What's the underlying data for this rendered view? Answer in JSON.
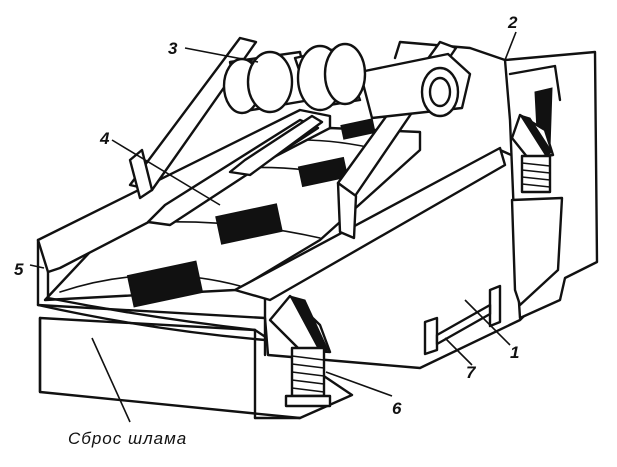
{
  "figure": {
    "callouts": [
      {
        "id": "1",
        "text": "1"
      },
      {
        "id": "2",
        "text": "2"
      },
      {
        "id": "3",
        "text": "3"
      },
      {
        "id": "4",
        "text": "4"
      },
      {
        "id": "5",
        "text": "5"
      },
      {
        "id": "6",
        "text": "6"
      },
      {
        "id": "7",
        "text": "7"
      }
    ],
    "caption": "Сброс шлама"
  }
}
